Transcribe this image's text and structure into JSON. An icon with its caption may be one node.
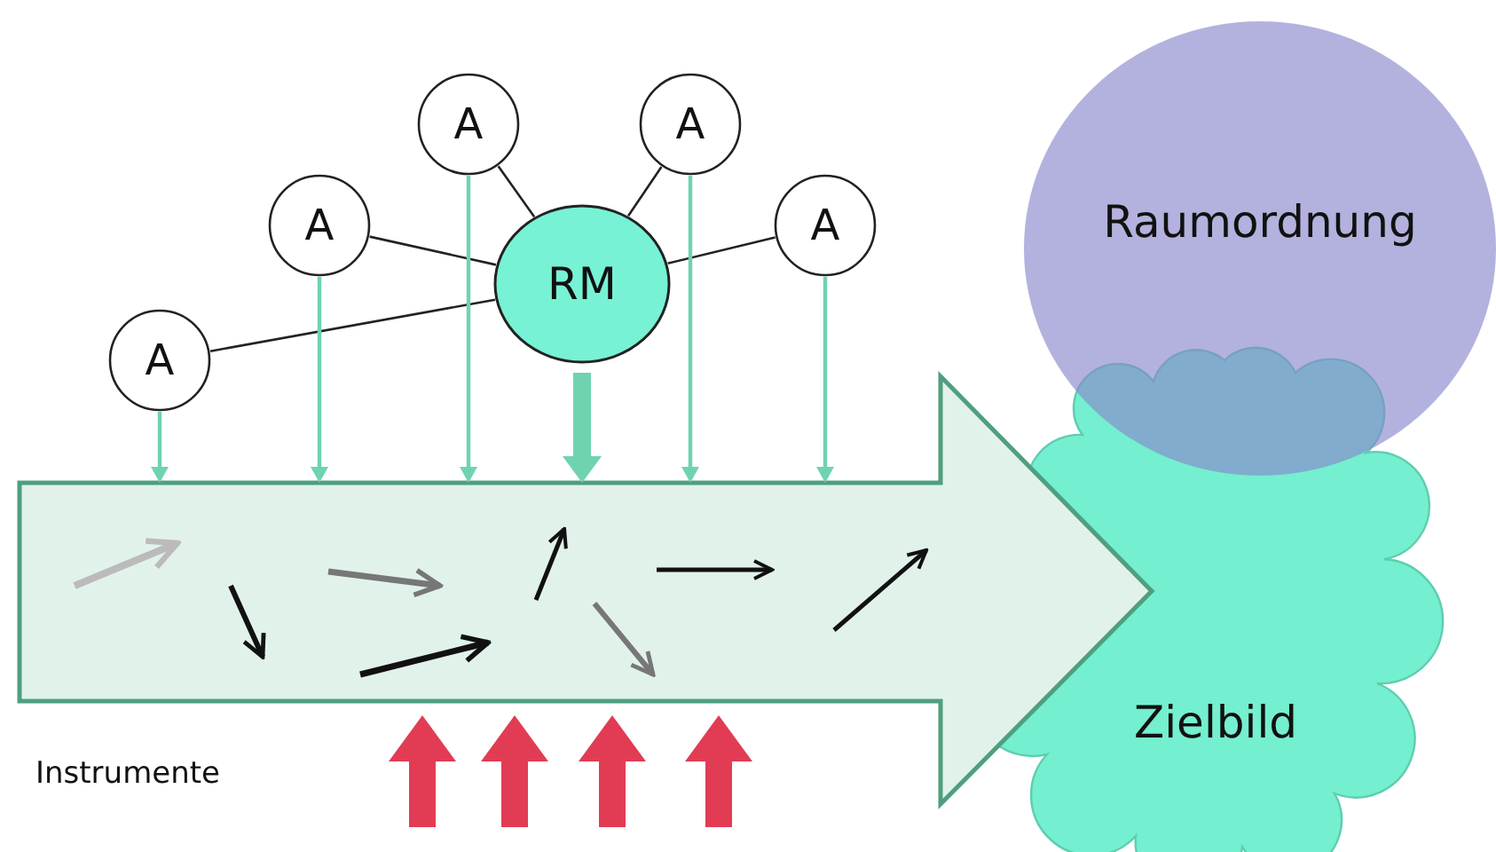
{
  "diagram": {
    "nodes": [
      {
        "text": [
          "A"
        ]
      },
      {
        "text": [
          "A"
        ]
      },
      {
        "text": [
          "A"
        ]
      },
      {
        "text": [
          "A"
        ]
      },
      {
        "text": [
          "A"
        ]
      },
      {
        "text": [
          "RM"
        ]
      },
      {
        "text": [],
        "shape": "arrow"
      },
      {
        "text": [
          "Raumordnung"
        ]
      },
      {
        "text": [
          "Zielbild"
        ]
      }
    ],
    "edges": [
      {
        "from": 0,
        "to": 5,
        "arrow": "none",
        "color": "#222222"
      },
      {
        "from": 1,
        "to": 5,
        "arrow": "none",
        "color": "#222222"
      },
      {
        "from": 2,
        "to": 5,
        "arrow": "none",
        "color": "#222222"
      },
      {
        "from": 3,
        "to": 5,
        "arrow": "none",
        "color": "#222222"
      },
      {
        "from": 4,
        "to": 5,
        "arrow": "none",
        "color": "#222222"
      },
      {
        "from": 0,
        "to": 6,
        "arrow": "to",
        "color": "#6fd3b0"
      },
      {
        "from": 1,
        "to": 6,
        "arrow": "to",
        "color": "#6fd3b0"
      },
      {
        "from": 2,
        "to": 6,
        "arrow": "to",
        "color": "#6fd3b0"
      },
      {
        "from": 3,
        "to": 6,
        "arrow": "to",
        "color": "#6fd3b0"
      },
      {
        "from": 4,
        "to": 6,
        "arrow": "to",
        "color": "#6fd3b0"
      },
      {
        "from": 5,
        "to": 6,
        "arrow": "to",
        "style": "thick",
        "color": "#6fd3b0"
      },
      {
        "from": null,
        "to": 6,
        "arrow": "to",
        "style": "thick",
        "color": "#e23c55"
      },
      {
        "from": null,
        "to": 6,
        "arrow": "to",
        "style": "thick",
        "color": "#e23c55"
      },
      {
        "from": null,
        "to": 6,
        "arrow": "to",
        "style": "thick",
        "color": "#e23c55"
      },
      {
        "from": null,
        "to": 6,
        "arrow": "to",
        "style": "thick",
        "color": "#e23c55"
      }
    ],
    "labels": [
      "Instrumente"
    ]
  }
}
